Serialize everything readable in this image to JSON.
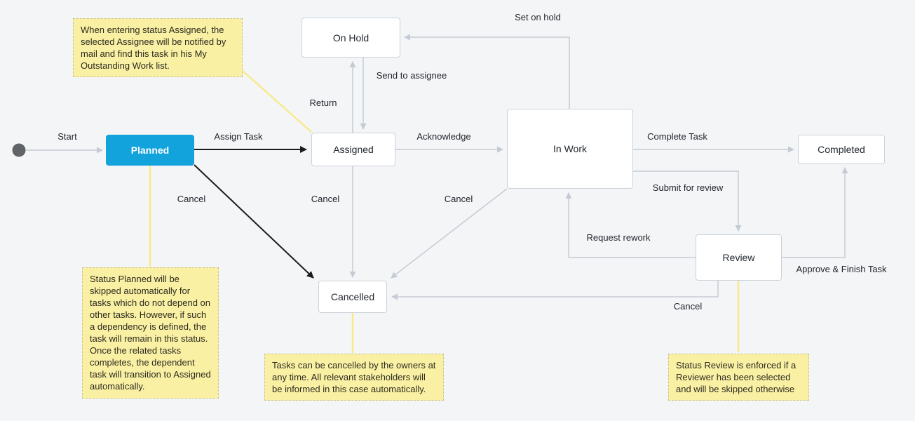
{
  "nodes": {
    "planned": {
      "label": "Planned"
    },
    "on_hold": {
      "label": "On Hold"
    },
    "assigned": {
      "label": "Assigned"
    },
    "in_work": {
      "label": "In Work"
    },
    "completed": {
      "label": "Completed"
    },
    "review": {
      "label": "Review"
    },
    "cancelled": {
      "label": "Cancelled"
    }
  },
  "edges": {
    "start": {
      "label": "Start"
    },
    "assign_task": {
      "label": "Assign Task"
    },
    "acknowledge": {
      "label": "Acknowledge"
    },
    "complete_task": {
      "label": "Complete Task"
    },
    "set_on_hold": {
      "label": "Set on hold"
    },
    "send_to_assignee": {
      "label": "Send to assignee"
    },
    "return_to_on_hold": {
      "label": "Return"
    },
    "cancel_from_planned": {
      "label": "Cancel"
    },
    "cancel_from_assigned": {
      "label": "Cancel"
    },
    "cancel_from_in_work": {
      "label": "Cancel"
    },
    "submit_for_review": {
      "label": "Submit for review"
    },
    "request_rework": {
      "label": "Request rework"
    },
    "approve_finish_task": {
      "label": "Approve & Finish Task"
    },
    "cancel_from_review": {
      "label": "Cancel"
    }
  },
  "notes": {
    "assigned_note": {
      "text": "When entering status Assigned, the selected Assignee will be notified by mail and find this task in his My Outstanding Work list."
    },
    "planned_note": {
      "text": "Status Planned will be skipped automatically for tasks which do not depend on other tasks. However, if such a dependency is defined, the task will remain in this status. Once the related tasks completes, the dependent task will transition to Assigned automatically."
    },
    "cancelled_note": {
      "text": "Tasks can be cancelled by the owners at any time. All relevant stakeholders will be informed in this case automatically."
    },
    "review_note": {
      "text": "Status Review is enforced if a Reviewer has been selected and will be skipped otherwise"
    }
  },
  "colors": {
    "background": "#f4f5f7",
    "accent_blue": "#12a2dc",
    "node_fill": "#ffffff",
    "node_border": "#ccd2da",
    "edge_gray": "#c4cbd4",
    "edge_black": "#1b1b1b",
    "note_fill": "#faf0a4",
    "note_border": "#c9c291",
    "leader_yellow": "#f9e98c",
    "start_dot": "#606468",
    "text": "#22272e"
  }
}
